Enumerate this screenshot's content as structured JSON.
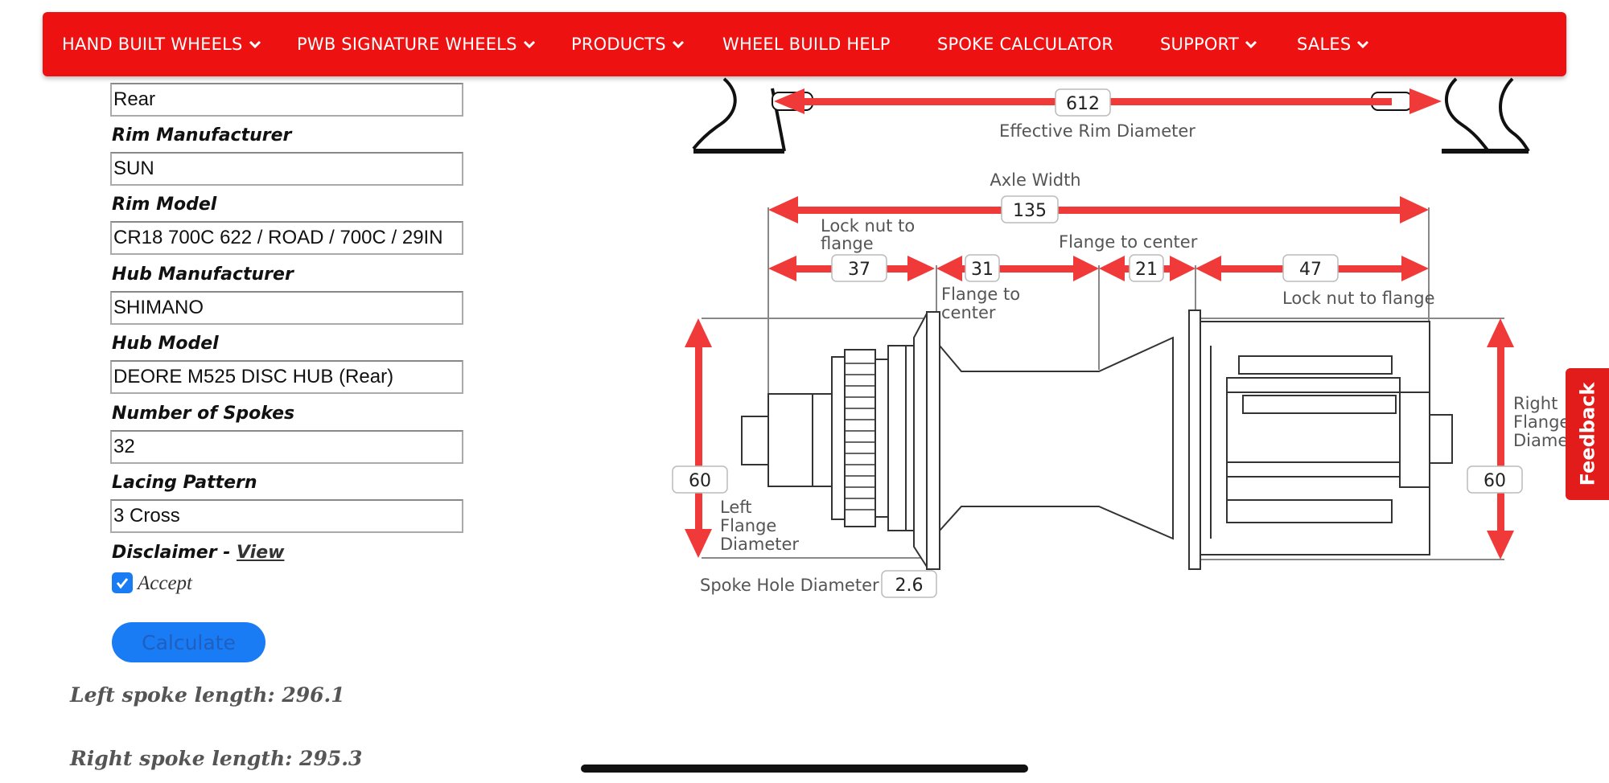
{
  "nav": {
    "items": [
      {
        "label": "HAND BUILT WHEELS",
        "dropdown": true
      },
      {
        "label": "PWB SIGNATURE WHEELS",
        "dropdown": true
      },
      {
        "label": "PRODUCTS",
        "dropdown": true
      },
      {
        "label": "WHEEL BUILD HELP",
        "dropdown": false
      },
      {
        "label": "SPOKE CALCULATOR",
        "dropdown": false
      },
      {
        "label": "SUPPORT",
        "dropdown": true
      },
      {
        "label": "SALES",
        "dropdown": true
      }
    ]
  },
  "form": {
    "wheel_value": "Rear",
    "rim_manufacturer": {
      "label": "Rim Manufacturer",
      "value": "SUN"
    },
    "rim_model": {
      "label": "Rim Model",
      "value": "CR18 700C 622 / ROAD / 700C / 29IN"
    },
    "hub_manufacturer": {
      "label": "Hub Manufacturer",
      "value": "SHIMANO"
    },
    "hub_model": {
      "label": "Hub Model",
      "value": "DEORE M525 DISC HUB (Rear)"
    },
    "number_of_spokes": {
      "label": "Number of Spokes",
      "value": "32"
    },
    "lacing_pattern": {
      "label": "Lacing Pattern",
      "value": "3 Cross"
    },
    "disclaimer": {
      "label": "Disclaimer - ",
      "link": "View"
    },
    "accept": {
      "label": "Accept",
      "checked": true
    },
    "calculate": "Calculate"
  },
  "results": {
    "left": "Left spoke length: 296.1",
    "right": "Right spoke length: 295.3"
  },
  "diagram": {
    "erd": {
      "value": "612",
      "label": "Effective Rim Diameter"
    },
    "axle_width": {
      "value": "135",
      "label": "Axle Width"
    },
    "left_locknut": {
      "value": "37",
      "label_line1": "Lock nut to",
      "label_line2": "flange"
    },
    "left_flange_center": {
      "value": "31",
      "label_line1": "Flange to",
      "label_line2": "center"
    },
    "right_flange_center": {
      "value": "21",
      "label": "Flange to center"
    },
    "right_locknut": {
      "value": "47",
      "label": "Lock nut to flange"
    },
    "left_flange_diameter": {
      "value": "60",
      "label_line1": "Left",
      "label_line2": "Flange",
      "label_line3": "Diameter"
    },
    "right_flange_diameter": {
      "value": "60",
      "label_line1": "Right",
      "label_line2": "Flange",
      "label_line3": "Diameter"
    },
    "spoke_hole_diameter": {
      "value": "2.6",
      "label": "Spoke Hole Diameter"
    }
  },
  "feedback": "Feedback",
  "colors": {
    "nav": "#ee1111",
    "accent": "#1a7cf5",
    "arrow": "#f03a3a"
  }
}
